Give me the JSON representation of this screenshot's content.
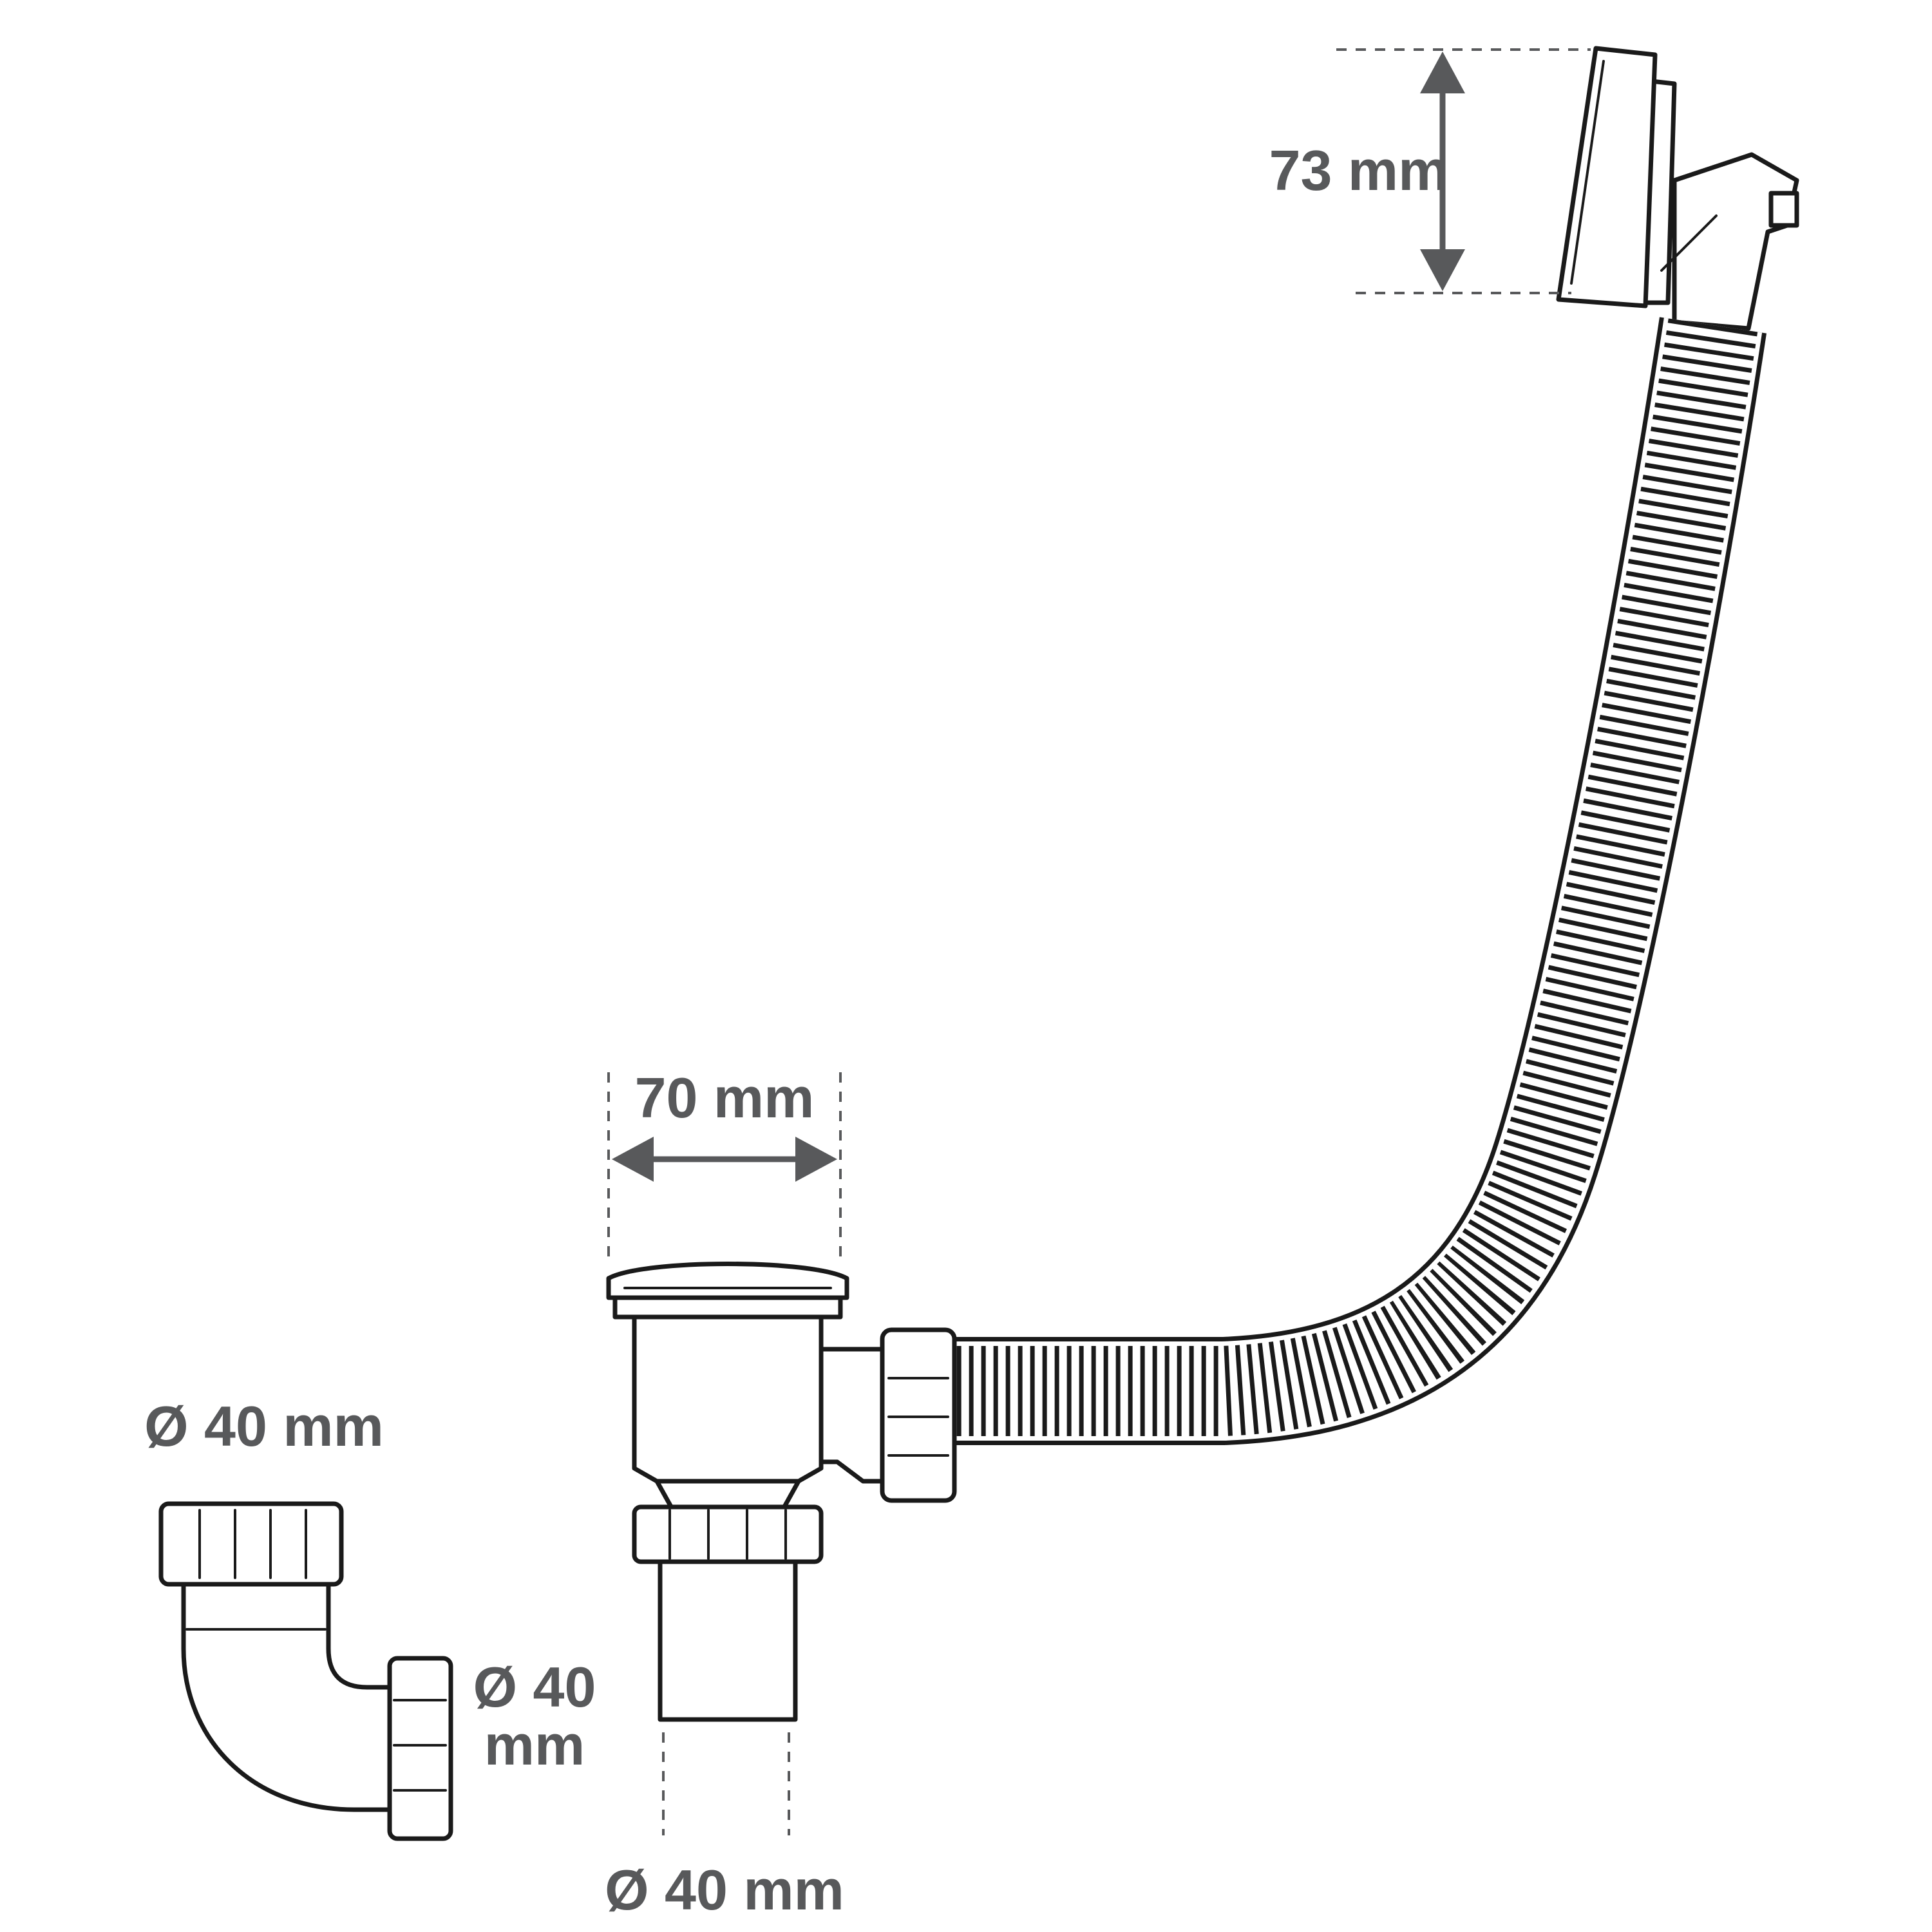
{
  "dimensions": {
    "overflow_height": "73 mm",
    "waste_width": "70 mm",
    "waste_outlet": "Ø 40 mm",
    "elbow_top": "Ø 40 mm",
    "elbow_side_line1": "Ø 40",
    "elbow_side_line2": "mm"
  },
  "colors": {
    "dimension": "#58595b",
    "outline": "#1a1a1a",
    "background": "#ffffff"
  }
}
